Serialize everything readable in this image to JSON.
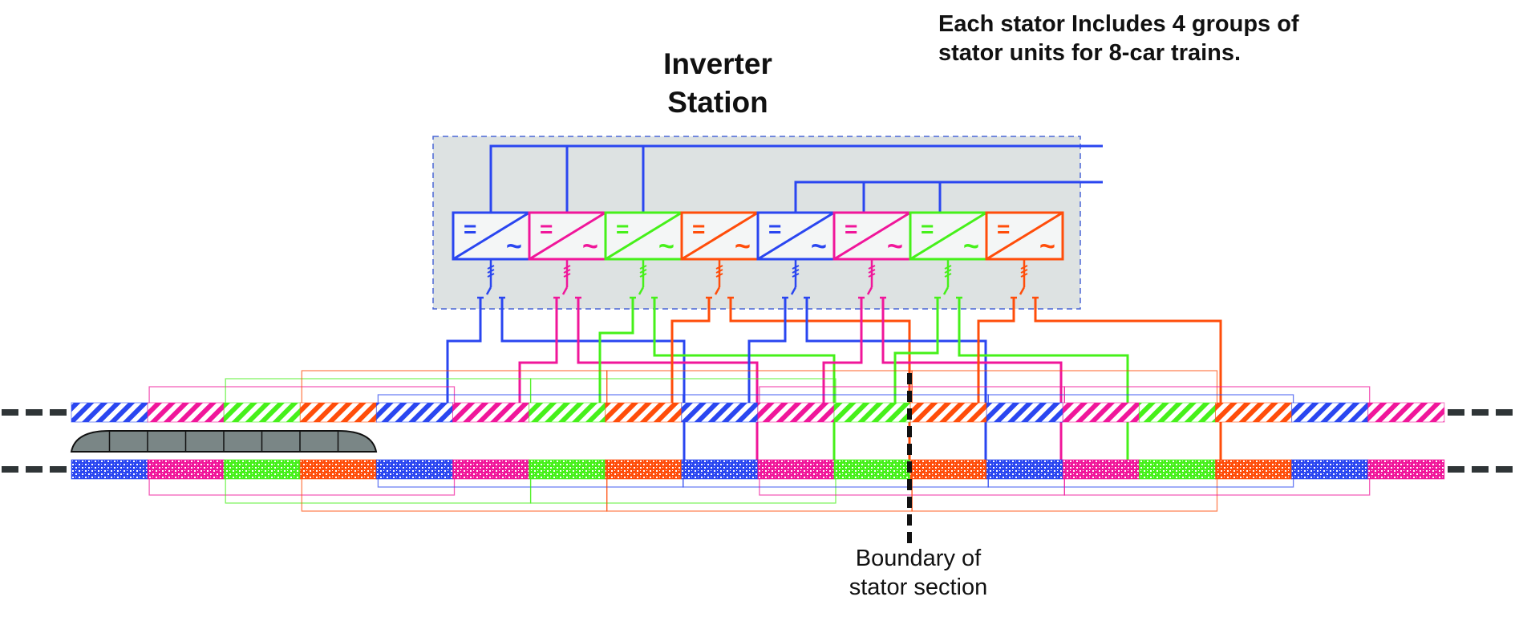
{
  "labels": {
    "station_title_line1": "Inverter",
    "station_title_line2": "Station",
    "note_line1": "Each stator Includes 4 groups of",
    "note_line2": "stator units for 8-car trains.",
    "boundary_line1": "Boundary of",
    "boundary_line2": "stator section"
  },
  "colors": {
    "blue": "#2a46f0",
    "pink": "#f0169a",
    "green": "#46f01a",
    "orange": "#ff4d0a",
    "station_bg": "#dde2e2",
    "station_border": "#4a66d6",
    "train": "#7a8686",
    "track_dash": "#2f3537",
    "boundary": "#111111"
  },
  "inverters": [
    {
      "group": "blue",
      "symbol_dc": "=",
      "symbol_ac": "~"
    },
    {
      "group": "pink",
      "symbol_dc": "=",
      "symbol_ac": "~"
    },
    {
      "group": "green",
      "symbol_dc": "=",
      "symbol_ac": "~"
    },
    {
      "group": "orange",
      "symbol_dc": "=",
      "symbol_ac": "~"
    },
    {
      "group": "blue",
      "symbol_dc": "=",
      "symbol_ac": "~"
    },
    {
      "group": "pink",
      "symbol_dc": "=",
      "symbol_ac": "~"
    },
    {
      "group": "green",
      "symbol_dc": "=",
      "symbol_ac": "~"
    },
    {
      "group": "orange",
      "symbol_dc": "=",
      "symbol_ac": "~"
    }
  ],
  "stator_rows": {
    "top": {
      "pattern": "diagonal",
      "segments": [
        "blue",
        "pink",
        "green",
        "orange",
        "blue",
        "pink",
        "green",
        "orange",
        "blue",
        "pink",
        "green",
        "orange",
        "blue",
        "pink",
        "green",
        "orange",
        "blue",
        "pink"
      ]
    },
    "bottom": {
      "pattern": "checker",
      "segments": [
        "blue",
        "pink",
        "green",
        "orange",
        "blue",
        "pink",
        "green",
        "orange",
        "blue",
        "pink",
        "green",
        "orange",
        "blue",
        "pink",
        "green",
        "orange",
        "blue",
        "pink"
      ]
    }
  },
  "train": {
    "cars": 8
  },
  "boundary_after_segment": 11
}
